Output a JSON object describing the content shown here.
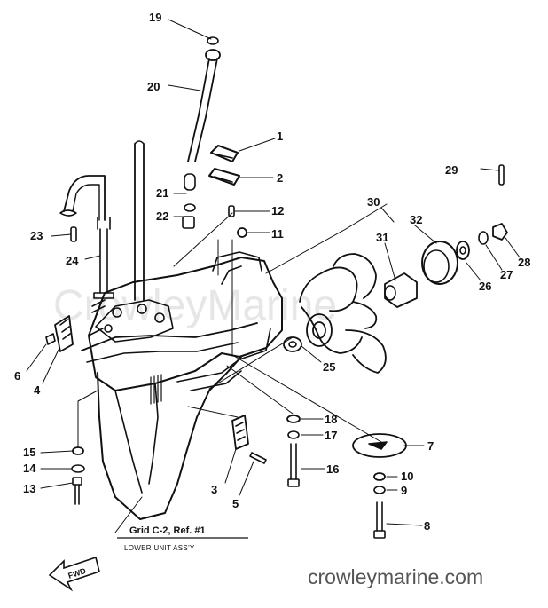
{
  "watermark": "CrowleyMarine",
  "brand": "crowleymarine.com",
  "reference": {
    "line1": "Grid C-2, Ref. #1",
    "line2": "LOWER UNIT ASS'Y"
  },
  "fwd_label": "FWD",
  "part_labels": {
    "p1": "1",
    "p2": "2",
    "p3": "3",
    "p4": "4",
    "p5": "5",
    "p6": "6",
    "p7": "7",
    "p8": "8",
    "p9": "9",
    "p10": "10",
    "p11": "11",
    "p12": "12",
    "p13": "13",
    "p14": "14",
    "p15": "15",
    "p16": "16",
    "p17": "17",
    "p18": "18",
    "p19": "19",
    "p20": "20",
    "p21": "21",
    "p22": "22",
    "p23": "23",
    "p24": "24",
    "p25": "25",
    "p26": "26",
    "p27": "27",
    "p28": "28",
    "p29": "29",
    "p30": "30",
    "p31": "31",
    "p32": "32"
  }
}
